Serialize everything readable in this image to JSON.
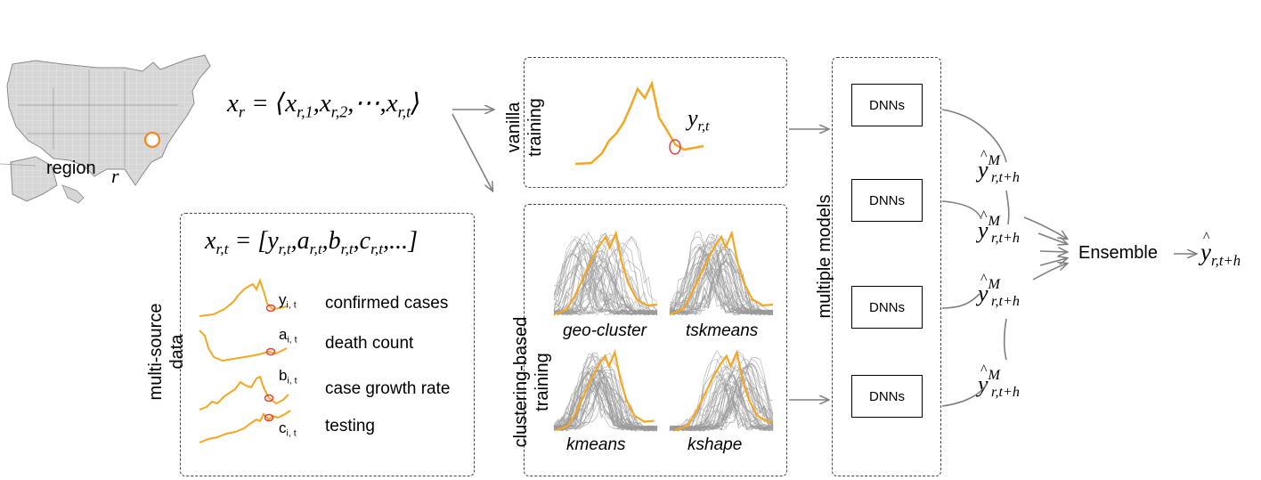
{
  "map": {
    "region_label": "region",
    "region_var": "r"
  },
  "formulas": {
    "x_r": "x_r = ⟨x_{r,1}, x_{r,2}, ⋯, x_{r,t}⟩",
    "x_rt": "x_{r,t} = [y_{r,t}, a_{r,t}, b_{r,t}, c_{r,t}, ...]",
    "y_rt": "y_{r,t}",
    "y_hat": "ŷ^M_{r,t+h}",
    "ensemble_out": "ŷ_{r,t+h}"
  },
  "multisource": {
    "title_line1": "multi-source",
    "title_line2": "data",
    "items": [
      {
        "sym": "y",
        "sub": "i, t",
        "label": "confirmed cases"
      },
      {
        "sym": "a",
        "sub": "i, t",
        "label": "death count"
      },
      {
        "sym": "b",
        "sub": "i, t",
        "label": "case growth rate"
      },
      {
        "sym": "c",
        "sub": "i, t",
        "label": "testing"
      }
    ]
  },
  "vanilla": {
    "line1": "vanilla",
    "line2": "training"
  },
  "clustering": {
    "line1": "clustering-based",
    "line2": "training",
    "methods": [
      "geo-cluster",
      "tskmeans",
      "kmeans",
      "kshape"
    ]
  },
  "models": {
    "title": "multiple models",
    "dnn_label": "DNNs"
  },
  "ensemble": {
    "label": "Ensemble"
  },
  "colors": {
    "series": "#f5a623",
    "marker": "#e8433a",
    "cluster_lines": "#9a9a9a",
    "arrows": "#7f7f7f"
  }
}
